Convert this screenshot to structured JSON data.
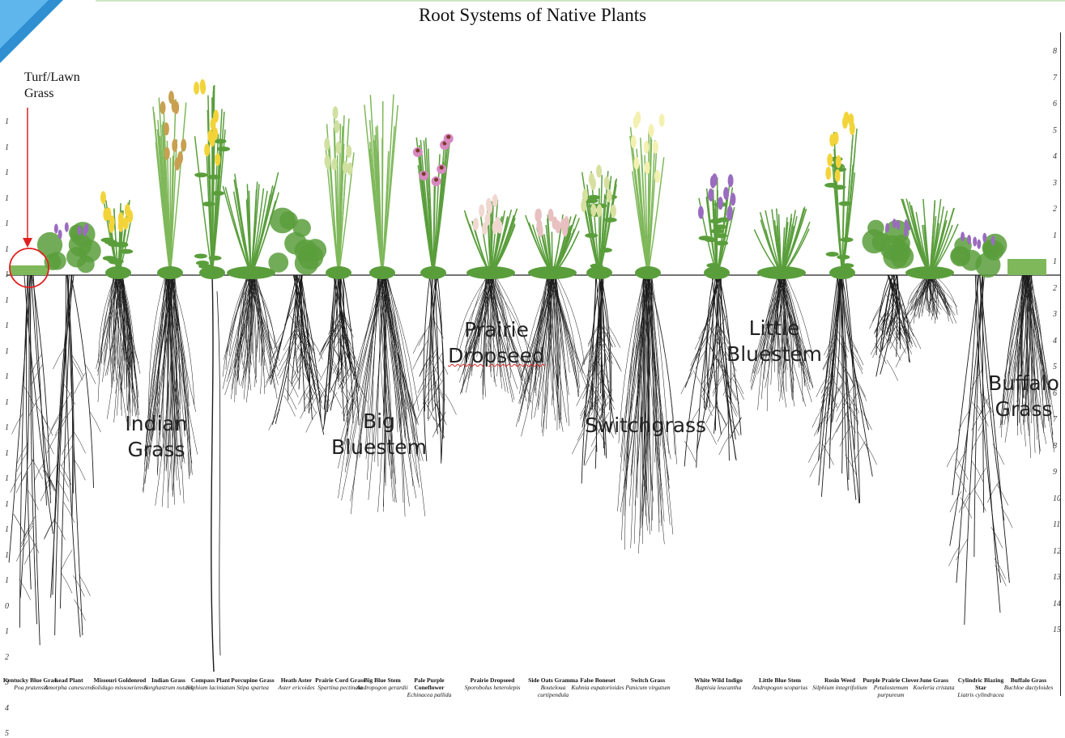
{
  "title": "Root Systems of Native Plants",
  "turf_label_line1": "Turf/Lawn",
  "turf_label_line2": "Grass",
  "big_labels": {
    "indian_grass": [
      "Indian",
      "Grass"
    ],
    "big_bluestem": [
      "Big",
      "Bluestem"
    ],
    "prairie_dropseed": [
      "Prairie",
      "Dropseed"
    ],
    "switchgrass": "Switchgrass",
    "little_bluestem": [
      "Little",
      "Bluestem"
    ],
    "buffalo_grass": [
      "Buffalo",
      "Grass"
    ]
  },
  "right_scale": [
    "8",
    "7",
    "6",
    "5",
    "4",
    "3",
    "2",
    "1",
    "1",
    "2",
    "3",
    "4",
    "5",
    "6",
    "7",
    "8",
    "9",
    "10",
    "11",
    "12",
    "13",
    "14",
    "15"
  ],
  "left_scale": [
    "1",
    "1",
    "1",
    "1",
    "1",
    "1",
    "1",
    "1",
    "1",
    "1",
    "1",
    "1",
    "1",
    "1",
    "1",
    "1",
    "1",
    "1",
    "1",
    "0",
    "1",
    "2",
    "3",
    "4",
    "5"
  ],
  "plants": [
    {
      "common": "Kentucky Blue Grass",
      "latin": "Poa pratensis"
    },
    {
      "common": "Lead Plant",
      "latin": "Amorpha canescens"
    },
    {
      "common": "Missouri Goldenrod",
      "latin": "Solidago missouriensis"
    },
    {
      "common": "Indian Grass",
      "latin": "Sorghastrum nutans"
    },
    {
      "common": "Compass Plant",
      "latin": "Silphium laciniatum"
    },
    {
      "common": "Porcupine Grass",
      "latin": "Stipa spartea"
    },
    {
      "common": "Heath Aster",
      "latin": "Aster ericoides"
    },
    {
      "common": "Prairie Cord Grass",
      "latin": "Spartina pectinata"
    },
    {
      "common": "Big Blue Stem",
      "latin": "Andropogon gerardii"
    },
    {
      "common": "Pale Purple Coneflower",
      "latin": "Echinacea pallida"
    },
    {
      "common": "Prairie Dropseed",
      "latin": "Sporobolus heterolepis"
    },
    {
      "common": "Side Oats Gramma",
      "latin": "Bouteloua curtipendula"
    },
    {
      "common": "False Boneset",
      "latin": "Kuhnia eupatorioides"
    },
    {
      "common": "Switch Grass",
      "latin": "Panicum virgatum"
    },
    {
      "common": "White Wild Indigo",
      "latin": "Baptisia leucantha"
    },
    {
      "common": "Little Blue Stem",
      "latin": "Andropogon scoparius"
    },
    {
      "common": "Rosin Weed",
      "latin": "Silphium integrifolium"
    },
    {
      "common": "Purple Prairie Clover",
      "latin": "Petalostemum purpureum"
    },
    {
      "common": "June Grass",
      "latin": "Koeleria cristata"
    },
    {
      "common": "Cylindric Blazing Star",
      "latin": "Liatris cylindracea"
    },
    {
      "common": "Buffalo Grass",
      "latin": "Buchloe dactyloides"
    }
  ],
  "colors": {
    "foliage": "#5a9e3c",
    "grass": "#7fb85a",
    "roots": "#1a1a1a",
    "yellow_flower": "#f2d43a",
    "purple_flower": "#9a6cc0",
    "pink_flower": "#d889c0",
    "marker": "#e02020"
  }
}
